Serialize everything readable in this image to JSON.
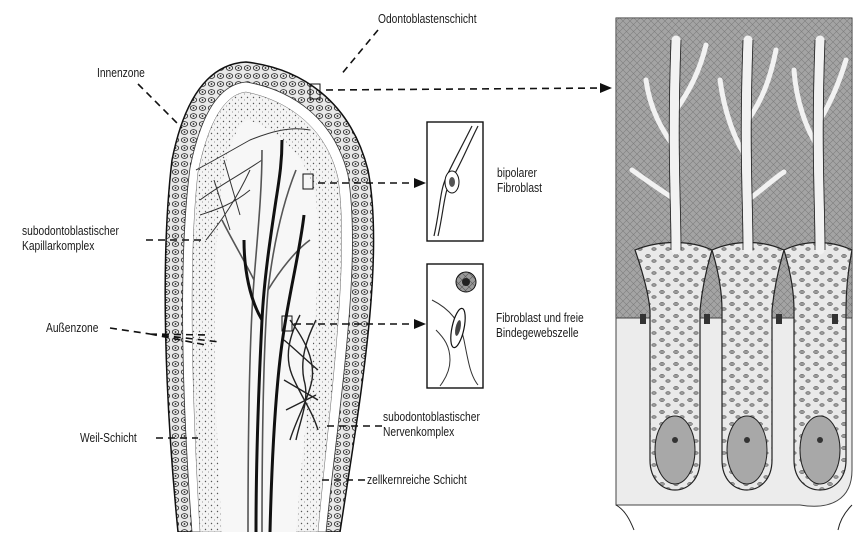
{
  "labels": {
    "odontoblast_layer": "Odontoblastenschicht",
    "inner_zone": "Innenzone",
    "bipolar_fibroblast": [
      "bipolarer",
      "Fibroblast"
    ],
    "capillary_complex": [
      "subodontoblastischer",
      "Kapillarkomplex"
    ],
    "fibroblast_free_cell": [
      "Fibroblast und freie",
      "Bindegewebszelle"
    ],
    "outer_zone": "Außenzone",
    "nerve_complex": [
      "subodontoblastischer",
      "Nervenkomplex"
    ],
    "weil_layer": "Weil-Schicht",
    "cell_rich_layer": "zellkernreiche Schicht"
  },
  "colors": {
    "ink": "#1a1a1a",
    "tissue": "#d6d6d6",
    "dark_tissue": "#8a8a8a"
  }
}
